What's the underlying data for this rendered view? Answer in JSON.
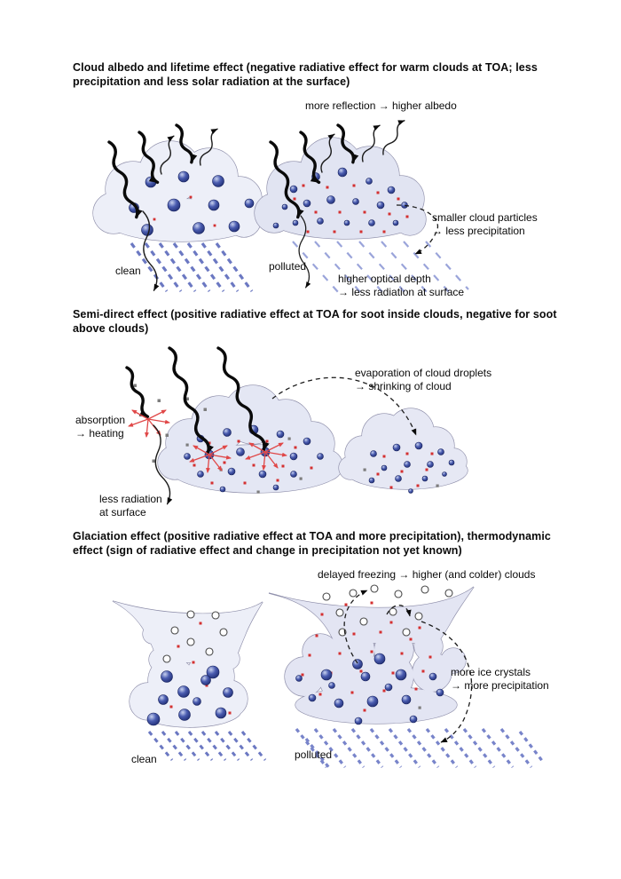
{
  "panels": {
    "albedo": {
      "heading": "Cloud albedo and lifetime effect (negative radiative effect for warm clouds at TOA; less precipitation and less solar radiation at the surface)",
      "labels": {
        "more_reflection": "more reflection → higher albedo",
        "clean": "clean",
        "polluted": "polluted",
        "smaller_particles": "smaller cloud particles\n→ less precipitation",
        "optical_depth": "higher optical depth\n→ less radiation at surface"
      }
    },
    "semidirect": {
      "heading": "Semi-direct effect (positive radiative effect at TOA for soot inside clouds, negative for soot above clouds)",
      "labels": {
        "absorption": "absorption\n→ heating",
        "less_radiation": "less radiation\nat surface",
        "evaporation": "evaporation of cloud droplets\n→ shrinking of cloud"
      }
    },
    "glaciation": {
      "heading": "Glaciation effect (positive radiative effect at TOA and more precipitation), thermodynamic effect (sign of radiative effect and change in precipitation not yet known)",
      "labels": {
        "delayed_freezing": "delayed freezing → higher (and colder) clouds",
        "clean": "clean",
        "polluted": "polluted",
        "more_ice": "more ice crystals\n→ more precipitation"
      }
    }
  },
  "icons": {
    "solar_radiation": "thick black wavy arrow",
    "reflected_radiation": "thin wavy arrow up",
    "transmitted_radiation": "thin wavy arrow down",
    "cloud_droplet": "blue gradient sphere",
    "aerosol_particle": "small red square",
    "soot_particle": "small gray square",
    "ice_crystal": "open white circle",
    "precipitation": "blue diagonal dashes",
    "process_link": "black dashed curved arrow",
    "heating_burst": "red radiating arrows"
  },
  "colors": {
    "background": "#ffffff",
    "cloud_fill_clean": "#edeff8",
    "cloud_fill_polluted": "#e1e4f2",
    "droplet_blue": "#33479e",
    "aerosol_red": "#d43030",
    "soot_gray": "#7d7d7d",
    "rain_blue": "#6b78c2",
    "text": "#0a0a0a"
  }
}
